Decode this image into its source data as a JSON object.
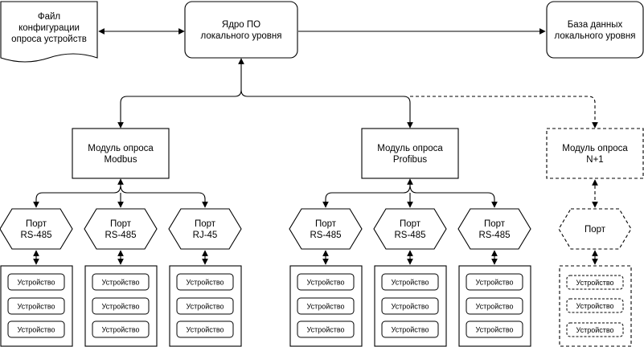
{
  "config_file": {
    "line1": "Файл",
    "line2": "конфигурации",
    "line3": "опроса устройств"
  },
  "core": {
    "line1": "Ядро ПО",
    "line2": "локального уровня"
  },
  "database": {
    "line1": "База данных",
    "line2": "локального уровня"
  },
  "modules": [
    {
      "line1": "Модуль опроса",
      "line2": "Modbus",
      "ports": [
        {
          "line1": "Порт",
          "line2": "RS-485",
          "devices": [
            "Устройство",
            "Устройство",
            "Устройство"
          ]
        },
        {
          "line1": "Порт",
          "line2": "RS-485",
          "devices": [
            "Устройство",
            "Устройство",
            "Устройство"
          ]
        },
        {
          "line1": "Порт",
          "line2": "RJ-45",
          "devices": [
            "Устройство",
            "Устройство",
            "Устройство"
          ]
        }
      ]
    },
    {
      "line1": "Модуль опроса",
      "line2": "Profibus",
      "ports": [
        {
          "line1": "Порт",
          "line2": "RS-485",
          "devices": [
            "Устройство",
            "Устройство",
            "Устройство"
          ]
        },
        {
          "line1": "Порт",
          "line2": "RS-485",
          "devices": [
            "Устройство",
            "Устройство",
            "Устройство"
          ]
        },
        {
          "line1": "Порт",
          "line2": "RS-485",
          "devices": [
            "Устройство",
            "Устройство",
            "Устройство"
          ]
        }
      ]
    },
    {
      "line1": "Модуль опроса",
      "line2": "N+1",
      "ports": [
        {
          "line1": "Порт",
          "line2": "",
          "devices": [
            "Устройство",
            "Устройство",
            "Устройство"
          ]
        }
      ]
    }
  ]
}
